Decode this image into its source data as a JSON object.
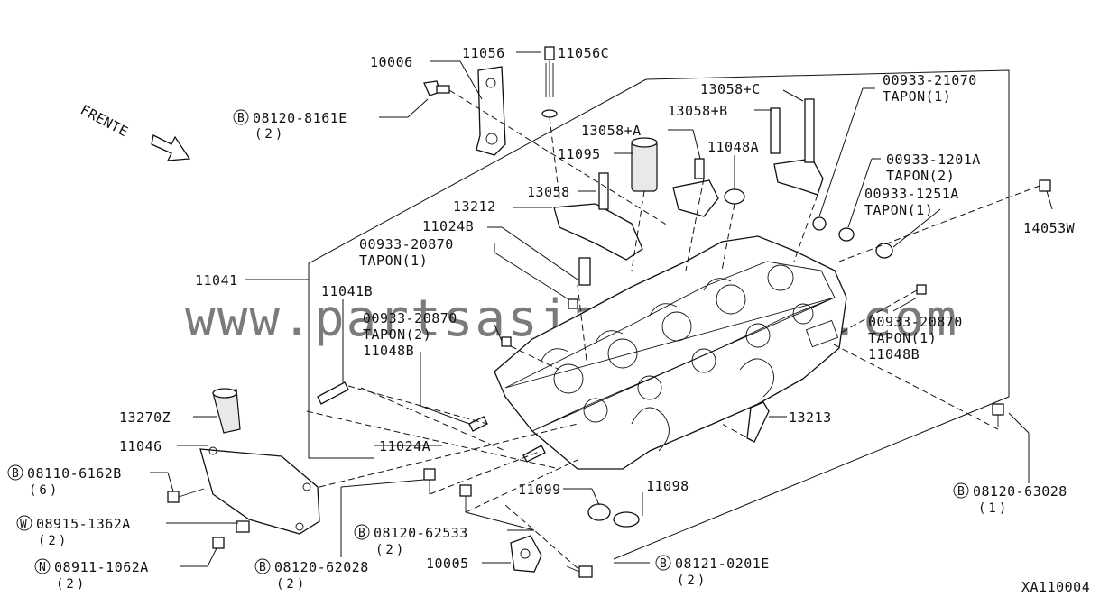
{
  "diagram": {
    "drawing_code": "XA110004",
    "watermark": "www.partsasianmotors.com",
    "direction_label": "FRENTE",
    "labels": {
      "p10006": "10006",
      "p11056": "11056",
      "p11056c": "11056C",
      "b08120_8161e": "08120-8161E",
      "q08120_8161e": "(2)",
      "p13058c": "13058+C",
      "p00933_21070": "00933-21070",
      "t00933_21070": "TAPON(1)",
      "p13058b": "13058+B",
      "p13058a": "13058+A",
      "p11095": "11095",
      "p11048a": "11048A",
      "p00933_1201a": "00933-1201A",
      "t00933_1201a": "TAPON(2)",
      "p13058": "13058",
      "p00933_1251a": "00933-1251A",
      "t00933_1251a": "TAPON(1)",
      "p14053w": "14053W",
      "p13212": "13212",
      "p11024b": "11024B",
      "p00933_20870_a": "00933-20870",
      "t00933_20870_a": "TAPON(1)",
      "p11041": "11041",
      "p11041b": "11041B",
      "p00933_20870_b": "00933-20870",
      "t00933_20870_b": "TAPON(2)",
      "p11048b_left": "11048B",
      "p00933_20870_c": "00933-20870",
      "t00933_20870_c": "TAPON(1)",
      "p11048b_right": "11048B",
      "p13270z": "13270Z",
      "p13213": "13213",
      "p11046": "11046",
      "p11024a": "11024A",
      "b08110_6162b": "08110-6162B",
      "q08110_6162b": "(6)",
      "p11099": "11099",
      "p11098": "11098",
      "b08120_63028": "08120-63028",
      "q08120_63028": "(1)",
      "w08915_1362a": "08915-1362A",
      "q08915_1362a": "(2)",
      "b08120_62533": "08120-62533",
      "q08120_62533": "(2)",
      "n08911_1062a": "08911-1062A",
      "q08911_1062a": "(2)",
      "b08120_62028": "08120-62028",
      "q08120_62028": "(2)",
      "p10005": "10005",
      "b08121_0201e": "08121-0201E",
      "q08121_0201e": "(2)"
    },
    "symbols": {
      "b": "B",
      "w": "W",
      "n": "N"
    }
  }
}
